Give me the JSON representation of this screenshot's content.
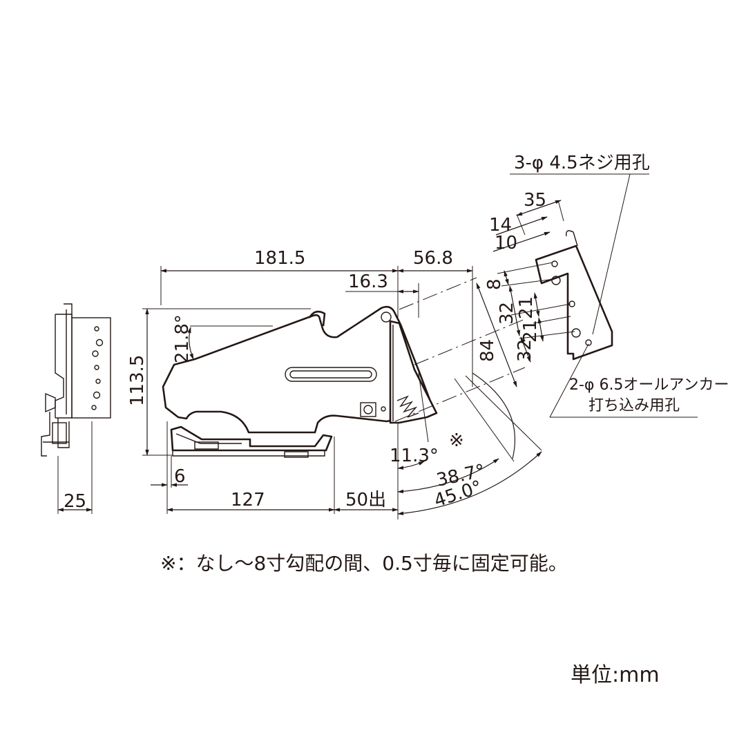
{
  "dims": {
    "d181_5": "181.5",
    "d56_8": "56.8",
    "d16_3": "16.3",
    "d113_5": "113.5",
    "d21_8": "21.8°",
    "d6": "6",
    "d127": "127",
    "d50": "50出",
    "d25": "25",
    "d11_3": "11.3°",
    "d38_7": "38.7°",
    "d45_0": "45.0°",
    "mark": "※",
    "d84": "84",
    "d35": "35",
    "d14": "14",
    "d10": "10",
    "d8": "8",
    "d32a": "32",
    "d32b": "32",
    "d21a": "21",
    "d21b": "21"
  },
  "labels": {
    "screw_hole": "3-φ 4.5ネジ用孔",
    "anchor_hole_1": "2-φ 6.5オールアンカー",
    "anchor_hole_2": "打ち込み用孔"
  },
  "note": "※：なし～8寸勾配の間、0.5寸毎に固定可能。",
  "unit": "単位:mm"
}
